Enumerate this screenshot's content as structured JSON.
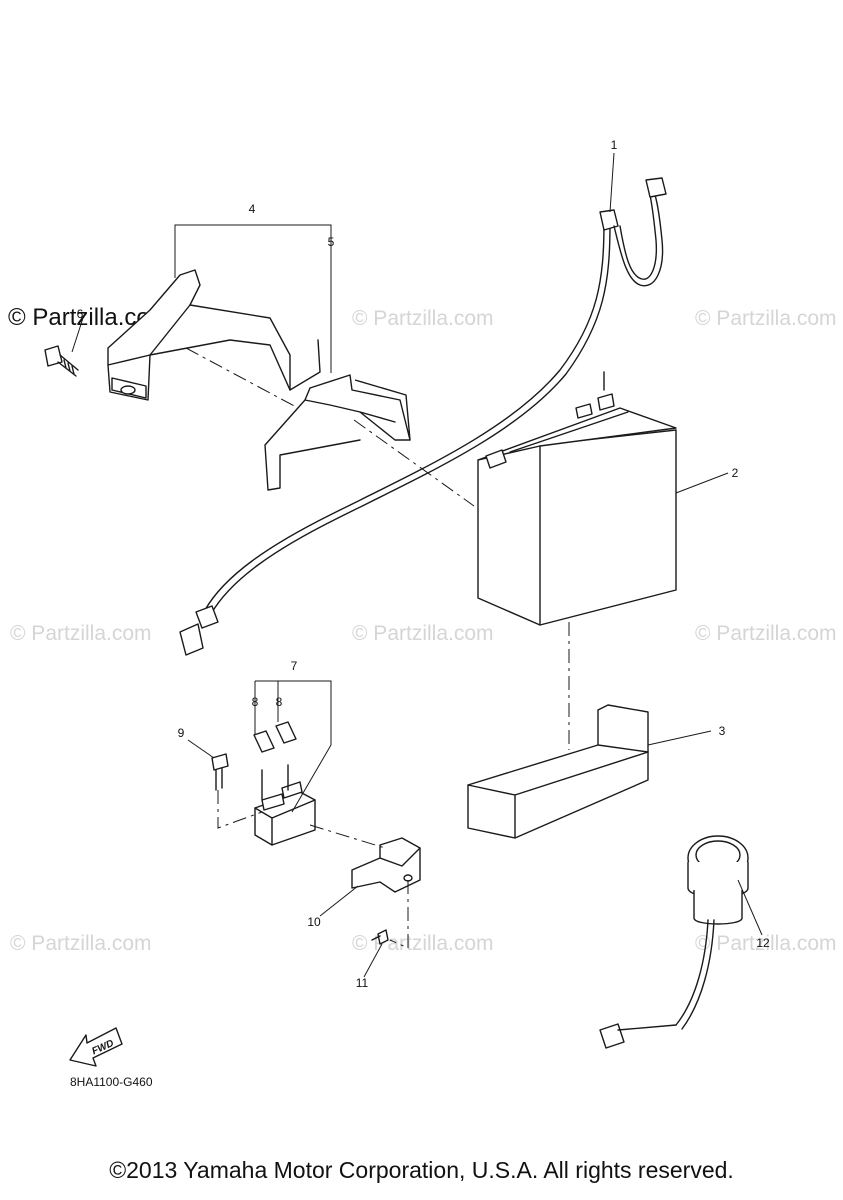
{
  "watermark": {
    "text": "© Partzilla.com",
    "highlight_text": "© Partzilla.com"
  },
  "callouts": [
    "1",
    "2",
    "3",
    "4",
    "5",
    "6",
    "7",
    "8",
    "8",
    "9",
    "10",
    "11",
    "12"
  ],
  "fwd_label": "FWD",
  "diagram_code": "8HA1100-G460",
  "copyright": "©2013 Yamaha Motor Corporation, U.S.A. All rights reserved."
}
